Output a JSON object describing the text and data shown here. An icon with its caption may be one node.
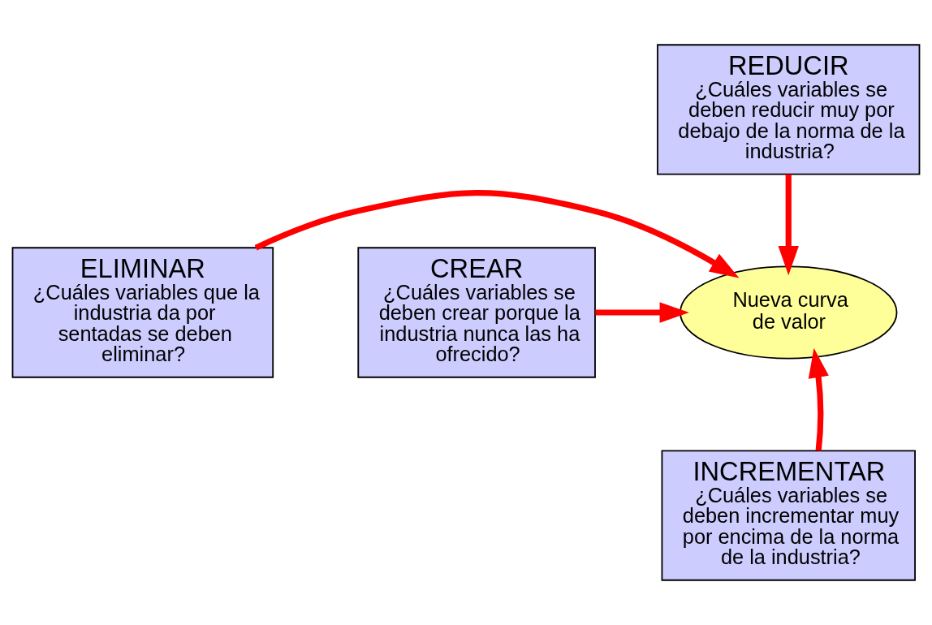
{
  "diagram": {
    "nodes": [
      {
        "text": [
          "REDUCIR",
          "¿Cuáles variables se deben reducir muy por debajo de la norma de la industria?"
        ]
      },
      {
        "text": [
          "ELIMINAR",
          "¿Cuáles variables que la industria da por sentadas se deben eliminar?"
        ]
      },
      {
        "text": [
          "Nueva curva de valor"
        ]
      },
      {
        "text": [
          "CREAR",
          "¿Cuáles variables se deben crear porque la industria nunca las ha ofrecido?"
        ]
      },
      {
        "text": [
          "INCREMENTAR",
          "¿Cuáles variables se deben incrementar muy por encima de la norma de la industria?"
        ]
      }
    ],
    "edges": [
      {
        "from": 0,
        "to": 2,
        "arrow": "to"
      },
      {
        "from": 1,
        "to": 2,
        "arrow": "to"
      },
      {
        "from": 3,
        "to": 2,
        "arrow": "to"
      },
      {
        "from": 4,
        "to": 2,
        "arrow": "to"
      }
    ]
  }
}
